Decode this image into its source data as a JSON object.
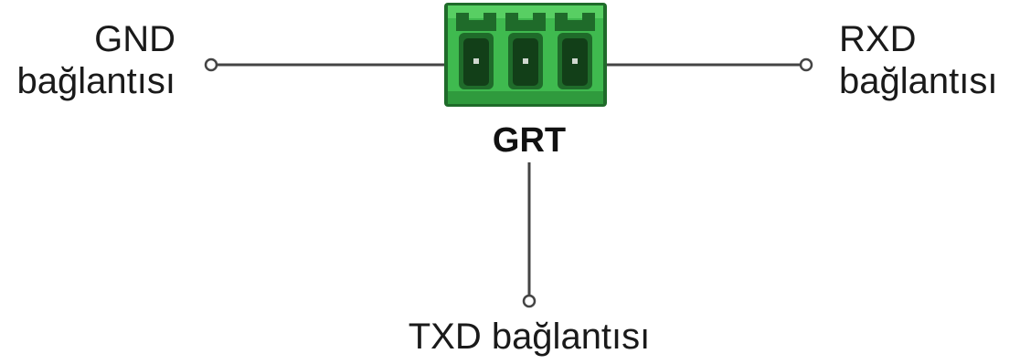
{
  "connector": {
    "label": "GRT",
    "pin_count": 3,
    "body_color": "#3fba4f",
    "dark_color": "#1f6b2a"
  },
  "wire_color": "#444444",
  "connections": {
    "left": {
      "line1": "GND",
      "line2": "bağlantısı"
    },
    "right": {
      "line1": "RXD",
      "line2": "bağlantısı"
    },
    "bottom": {
      "text": "TXD bağlantısı"
    }
  }
}
